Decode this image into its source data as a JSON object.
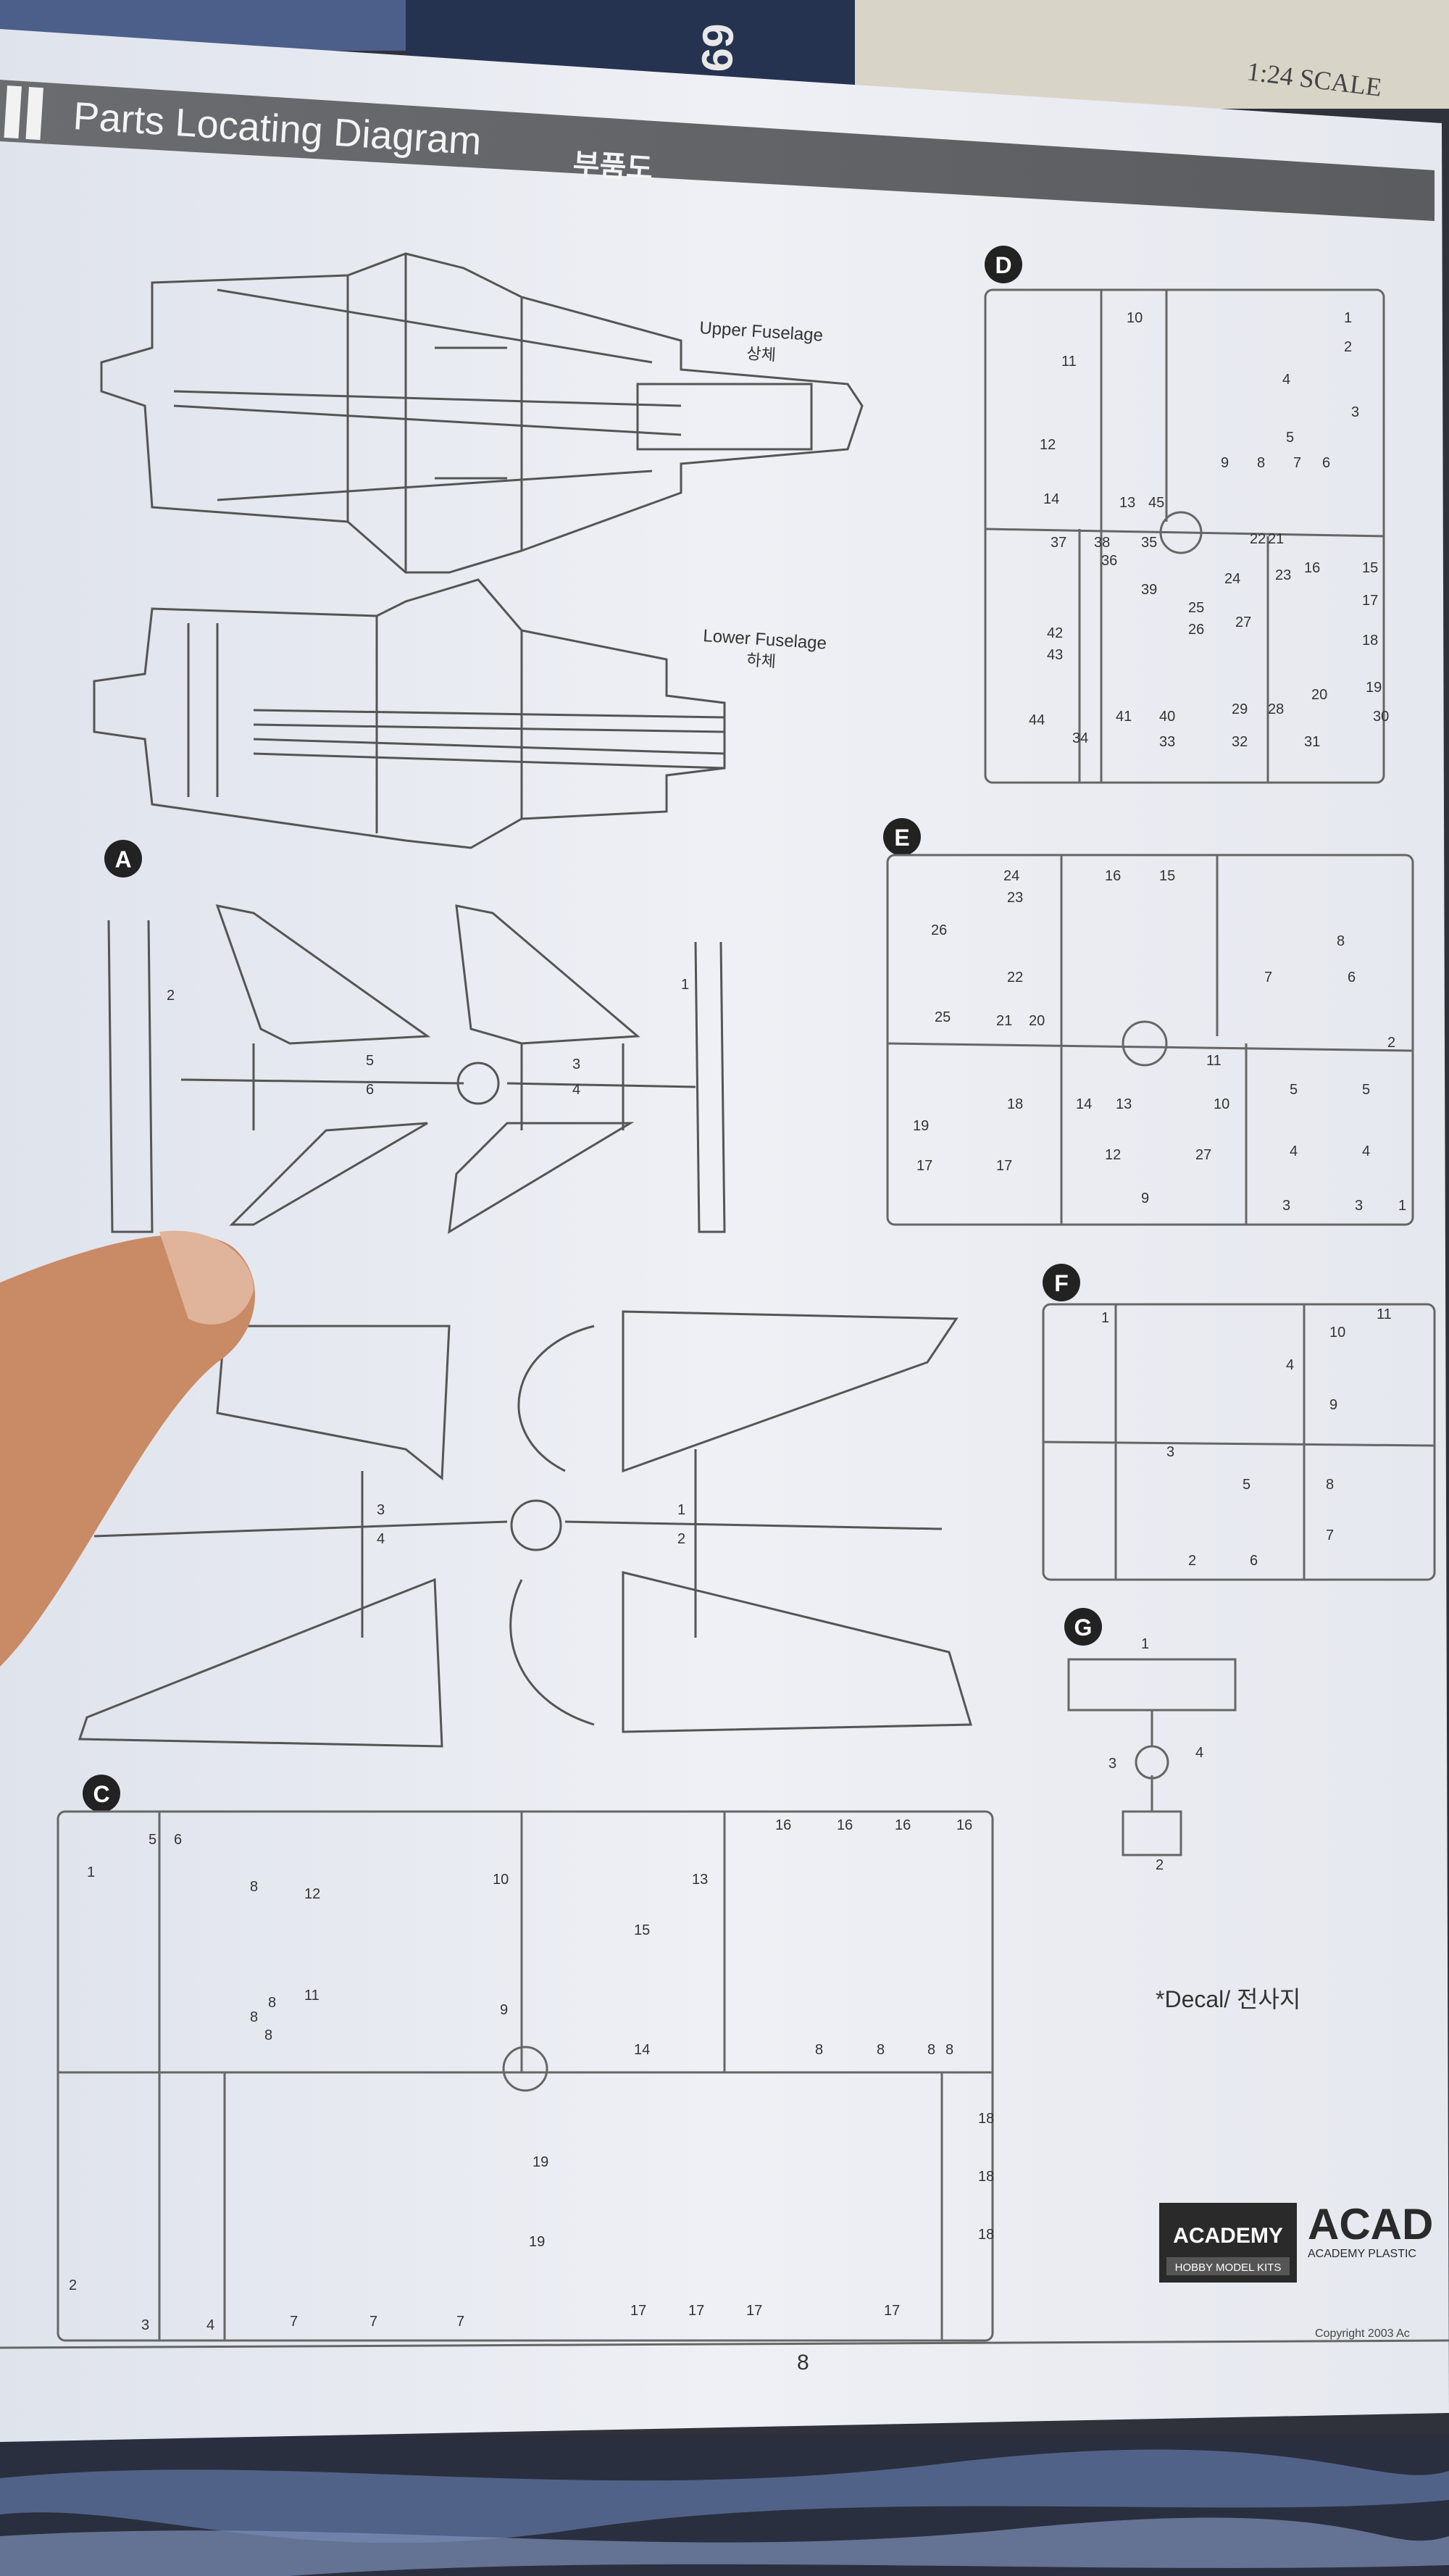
{
  "header": {
    "title": "Parts Locating Diagram",
    "title_ko": "부품도"
  },
  "background": {
    "box_text": "69",
    "scale_text": "1:24 SCALE",
    "box_brand_text": "ACADEMY"
  },
  "fuselage": {
    "upper_label": "Upper Fuselage",
    "upper_label_ko": "상체",
    "lower_label": "Lower Fuselage",
    "lower_label_ko": "하체"
  },
  "sprues": {
    "A": {
      "letter": "A",
      "part_numbers": [
        "2",
        "5",
        "6",
        "3",
        "4",
        "1"
      ]
    },
    "B": {
      "part_numbers": [
        "3",
        "4",
        "1",
        "2"
      ]
    },
    "C": {
      "letter": "C",
      "part_numbers": [
        "1",
        "5",
        "6",
        "8",
        "8",
        "10",
        "12",
        "11",
        "9",
        "8",
        "8",
        "13",
        "15",
        "14",
        "16",
        "16",
        "16",
        "16",
        "8",
        "8",
        "8",
        "8",
        "2",
        "3",
        "4",
        "7",
        "7",
        "7",
        "19",
        "19",
        "17",
        "17",
        "17",
        "17",
        "18",
        "18",
        "18"
      ]
    },
    "D": {
      "letter": "D",
      "part_numbers": [
        "1",
        "2",
        "3",
        "4",
        "5",
        "6",
        "7",
        "8",
        "9",
        "10",
        "11",
        "12",
        "13",
        "14",
        "15",
        "16",
        "17",
        "18",
        "19",
        "20",
        "21",
        "22",
        "23",
        "24",
        "25",
        "26",
        "27",
        "28",
        "29",
        "30",
        "31",
        "32",
        "33",
        "34",
        "35",
        "36",
        "37",
        "38",
        "39",
        "40",
        "41",
        "42",
        "43",
        "44",
        "45"
      ]
    },
    "E": {
      "letter": "E",
      "part_numbers": [
        "24",
        "23",
        "26",
        "22",
        "25",
        "21",
        "20",
        "16",
        "15",
        "8",
        "7",
        "6",
        "2",
        "19",
        "18",
        "14",
        "13",
        "11",
        "10",
        "12",
        "9",
        "27",
        "17",
        "17",
        "5",
        "5",
        "4",
        "4",
        "3",
        "3",
        "1"
      ]
    },
    "F": {
      "letter": "F",
      "part_numbers": [
        "1",
        "4",
        "10",
        "9",
        "11",
        "3",
        "5",
        "8",
        "2",
        "6",
        "7"
      ]
    },
    "G": {
      "letter": "G",
      "part_numbers": [
        "1",
        "3",
        "4",
        "2"
      ]
    }
  },
  "decal": {
    "label": "*Decal/ 전사지"
  },
  "footer": {
    "logo_text": "ACADEMY",
    "logo_subtext": "HOBBY MODEL KITS",
    "brand_partial": "ACAD",
    "brand_subtext_partial": "ACADEMY PLASTIC",
    "copyright_partial": "Copyright 2003 Ac",
    "page_number": "8"
  }
}
